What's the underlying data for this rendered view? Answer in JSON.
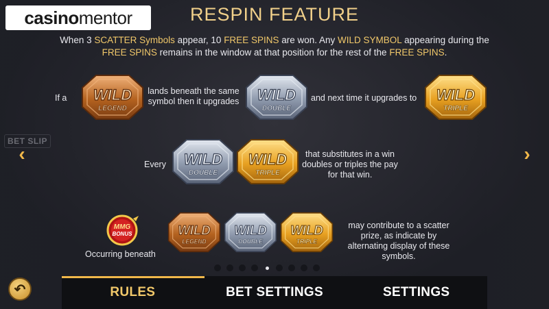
{
  "brand": {
    "part1": "casino",
    "part2": "mentor"
  },
  "title": "RESPIN FEATURE",
  "intro": {
    "t1": "When 3 ",
    "h1": "SCATTER Symbols",
    "t2": " appear, 10 ",
    "h2": "FREE SPINS",
    "t3": " are won. Any ",
    "h3": "WILD SYMBOL",
    "t4": " appearing during the ",
    "h4": "FREE SPINS",
    "t5": " remains in the window at that position for the rest of the ",
    "h5": "FREE SPINS",
    "t6": "."
  },
  "row1": {
    "if_a": "If a",
    "lands": "lands beneath the same symbol then it upgrades",
    "next": "and next time it upgrades to"
  },
  "row2": {
    "every": "Every",
    "desc": "that substitutes in a win doubles or triples the pay for that win."
  },
  "row3": {
    "occurring": "Occurring beneath",
    "desc": "may contribute to a scatter prize, as indicate by alternating display of these symbols."
  },
  "badges": {
    "wild": "WILD",
    "legend": "LEGEND",
    "double": "DOUBLE",
    "triple": "TRIPLE",
    "mmg1": "MMG",
    "mmg2": "BONUS"
  },
  "side_label": "BET SLIP",
  "nav": {
    "prev": "‹",
    "next": "›",
    "back": "↶"
  },
  "pagination": {
    "count": 9,
    "active_index": 4
  },
  "tabs": [
    "RULES",
    "BET SETTINGS",
    "SETTINGS"
  ],
  "active_tab": "RULES",
  "colors": {
    "gold": "#f1c86a",
    "bronze": "#c9803a",
    "silver": "#9aa4b6",
    "bar": "#0f1013"
  }
}
